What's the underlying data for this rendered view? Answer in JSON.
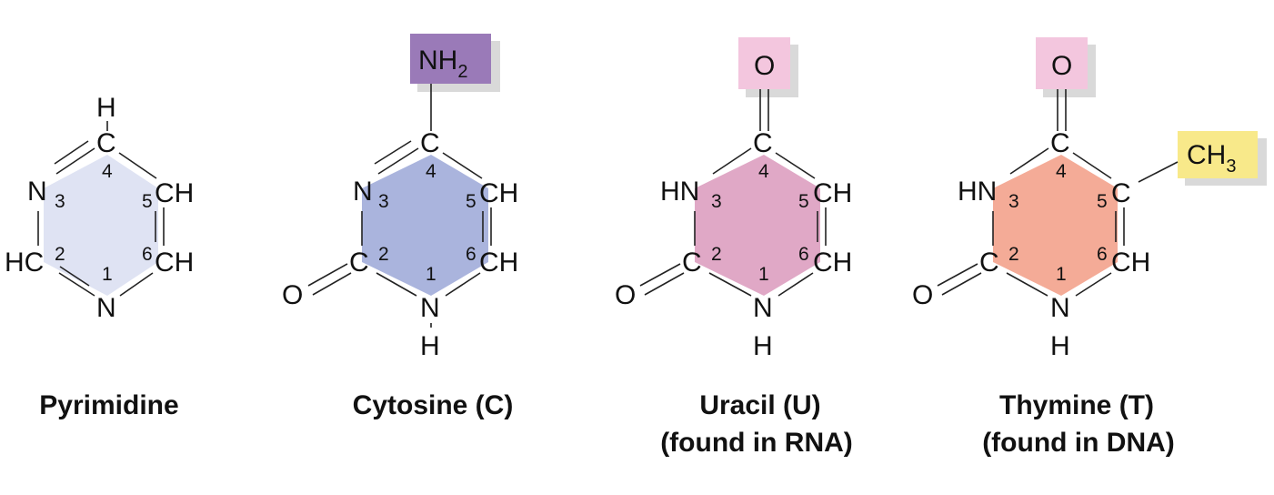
{
  "molecules": [
    {
      "id": "pyrimidine",
      "caption_line1": "Pyrimidine",
      "caption_line2": "",
      "ring_color": "#dfe3f3",
      "top_atom": "H",
      "pos4": "C",
      "num4": "4",
      "pos3": "N",
      "num3": "3",
      "pos5": "CH",
      "num5": "5",
      "pos2": "HC",
      "num2": "2",
      "pos6": "CH",
      "num6": "6",
      "pos1": "N",
      "num1": "1"
    },
    {
      "id": "cytosine",
      "caption_line1": "Cytosine (C)",
      "caption_line2": "",
      "ring_color": "#aab4dd",
      "group_top_main": "NH",
      "group_top_sub": "2",
      "group_top_color": "#9a7ab8",
      "pos4": "C",
      "num4": "4",
      "pos3": "N",
      "num3": "3",
      "pos5": "CH",
      "num5": "5",
      "pos2": "C",
      "num2": "2",
      "pos6": "CH",
      "num6": "6",
      "pos1": "N",
      "num1": "1",
      "bottom_h": "H",
      "oxygen_left": "O"
    },
    {
      "id": "uracil",
      "caption_line1": "Uracil (U)",
      "caption_line2": "(found in RNA)",
      "ring_color": "#e0a8c6",
      "group_top_main": "O",
      "group_top_color": "#f3c6de",
      "pos4": "C",
      "num4": "4",
      "pos3": "HN",
      "num3": "3",
      "pos5": "CH",
      "num5": "5",
      "pos2": "C",
      "num2": "2",
      "pos6": "CH",
      "num6": "6",
      "pos1": "N",
      "num1": "1",
      "bottom_h": "H",
      "oxygen_left": "O"
    },
    {
      "id": "thymine",
      "caption_line1": "Thymine (T)",
      "caption_line2": "(found in DNA)",
      "ring_color": "#f4ab97",
      "group_top_main": "O",
      "group_top_color": "#f3c6de",
      "methyl_main": "CH",
      "methyl_sub": "3",
      "methyl_color": "#f8e98a",
      "pos4": "C",
      "num4": "4",
      "pos3": "HN",
      "num3": "3",
      "pos5": "C",
      "num5": "5",
      "pos2": "C",
      "num2": "2",
      "pos6": "CH",
      "num6": "6",
      "pos1": "N",
      "num1": "1",
      "bottom_h": "H",
      "oxygen_left": "O"
    }
  ]
}
